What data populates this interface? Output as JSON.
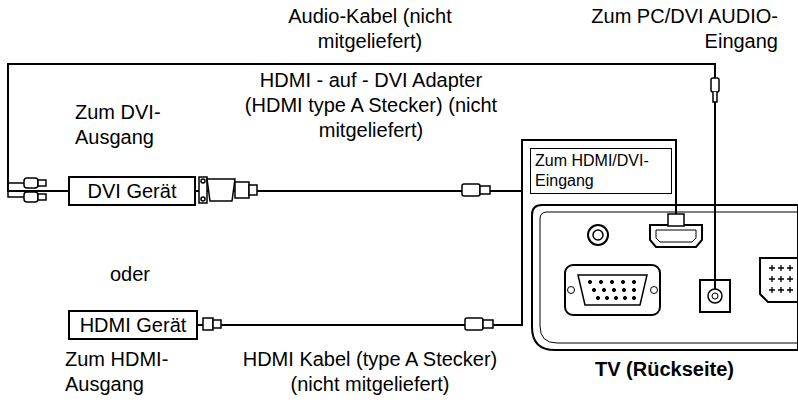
{
  "diagram": {
    "nodes": [
      {
        "text": [
          "DVI Gerät"
        ]
      },
      {
        "text": [
          "HDMI Gerät"
        ]
      },
      {
        "text": [
          "TV (Rückseite)"
        ]
      }
    ],
    "edges": [
      {
        "from": 0,
        "to": 2,
        "arrow": "none"
      },
      {
        "from": 1,
        "to": 2,
        "arrow": "none"
      },
      {
        "from": 0,
        "to": 2,
        "arrow": "none"
      }
    ],
    "labels": [
      "Audio-Kabel (nicht mitgeliefert)",
      "Zum PC/DVI AUDIO-Eingang",
      "Zum DVI-Ausgang",
      "HDMI - auf - DVI Adapter (HDMI type A Stecker) (nicht mitgeliefert)",
      "Zum HDMI/DVI-Eingang",
      "oder",
      "Zum HDMI-Ausgang",
      "HDMI Kabel (type A Stecker) (nicht mitgeliefert)"
    ]
  }
}
